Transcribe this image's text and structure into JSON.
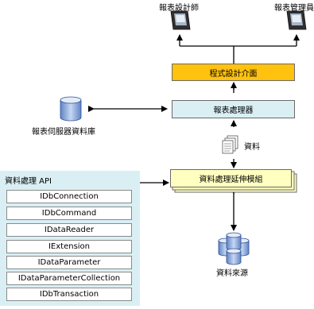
{
  "nodes": {
    "designer": "報表設計師",
    "manager": "報表管理員",
    "programming_interface": "程式設計介面",
    "report_processor": "報表處理器",
    "server_db": "報表伺服器資料庫",
    "data_label": "資料",
    "data_processing_extension": "資料處理延伸模組",
    "data_sources": "資料來源"
  },
  "api": {
    "title": "資料處理 API",
    "items": [
      "IDbConnection",
      "IDbCommand",
      "IDataReader",
      "IExtension",
      "IDataParameter",
      "IDataParameterCollection",
      "IDbTransaction"
    ]
  },
  "colors": {
    "programming_interface_fill": "#ffc20e",
    "report_processor_fill": "#d9eff4",
    "extension_fill": "#ffffc0",
    "api_panel_fill": "#d9eff4"
  }
}
